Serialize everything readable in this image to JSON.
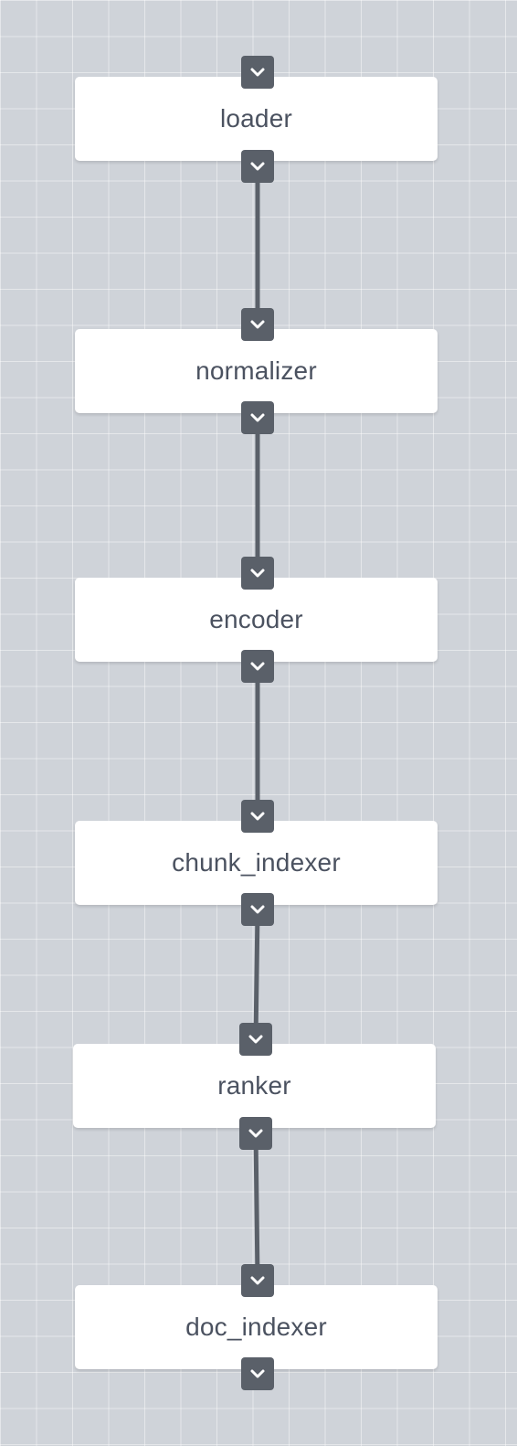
{
  "pipeline": {
    "nodes": [
      {
        "id": "loader",
        "label": "loader"
      },
      {
        "id": "normalizer",
        "label": "normalizer"
      },
      {
        "id": "encoder",
        "label": "encoder"
      },
      {
        "id": "chunk_indexer",
        "label": "chunk_indexer"
      },
      {
        "id": "ranker",
        "label": "ranker"
      },
      {
        "id": "doc_indexer",
        "label": "doc_indexer"
      }
    ],
    "edges": [
      {
        "from": "loader",
        "to": "normalizer"
      },
      {
        "from": "normalizer",
        "to": "encoder"
      },
      {
        "from": "encoder",
        "to": "chunk_indexer"
      },
      {
        "from": "chunk_indexer",
        "to": "ranker"
      },
      {
        "from": "ranker",
        "to": "doc_indexer"
      }
    ]
  },
  "icons": {
    "port": "chevron-down-icon"
  },
  "colors": {
    "canvas_background": "#cfd3d9",
    "grid_line": "#e7e9ec",
    "node_background": "#ffffff",
    "node_text": "#4b5260",
    "port_background": "#5a6069",
    "edge": "#5a6069"
  }
}
